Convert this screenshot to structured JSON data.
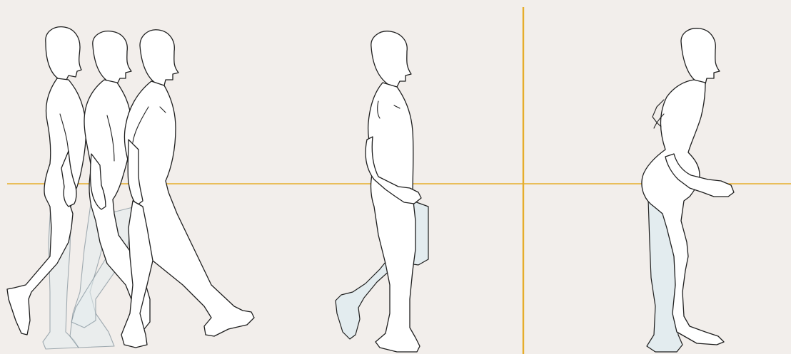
{
  "colors": {
    "background": "#f2eeeb",
    "guide_line": "#e6ad2b",
    "figure_fill": "#ffffff",
    "highlight_leg": "#e3ecef",
    "outline": "#1e1e1e"
  },
  "panels": [
    {
      "figure": "walking-sequence",
      "frames": 3
    },
    {
      "figure": "walking-stance",
      "highlighted_leg": "rear"
    },
    {
      "figure": "high-knee-step",
      "highlighted_leg": "standing"
    }
  ]
}
